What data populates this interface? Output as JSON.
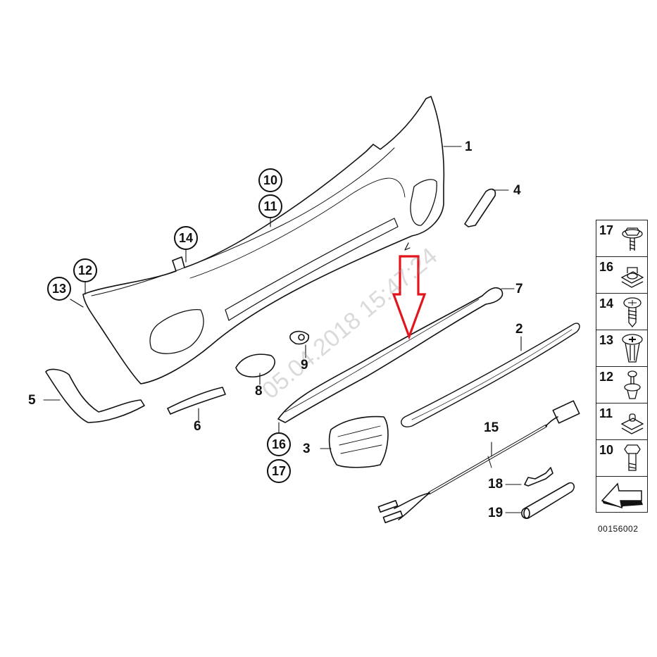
{
  "diagram": {
    "id_label": "00156002",
    "watermark": "05.04.2018 15:47:24",
    "highlight_arrow": {
      "color": "#e3141c",
      "points_to_part": "7"
    }
  },
  "callouts": {
    "p1": "1",
    "p2": "2",
    "p3": "3",
    "p4": "4",
    "p5": "5",
    "p6": "6",
    "p7": "7",
    "p8": "8",
    "p9": "9",
    "p15": "15",
    "p18": "18",
    "p19": "19"
  },
  "circled": {
    "c10": "10",
    "c11": "11",
    "c12": "12",
    "c13": "13",
    "c14": "14",
    "c16": "16",
    "c17": "17"
  },
  "legend": {
    "items": [
      {
        "number": "17",
        "icon": "flange-hex-bolt"
      },
      {
        "number": "16",
        "icon": "spring-nut-clip"
      },
      {
        "number": "14",
        "icon": "pan-head-screw"
      },
      {
        "number": "13",
        "icon": "expanding-rivet"
      },
      {
        "number": "12",
        "icon": "push-rivet"
      },
      {
        "number": "11",
        "icon": "clip-nut"
      },
      {
        "number": "10",
        "icon": "hex-bolt"
      },
      {
        "number": "",
        "icon": "direction-arrow"
      }
    ]
  }
}
